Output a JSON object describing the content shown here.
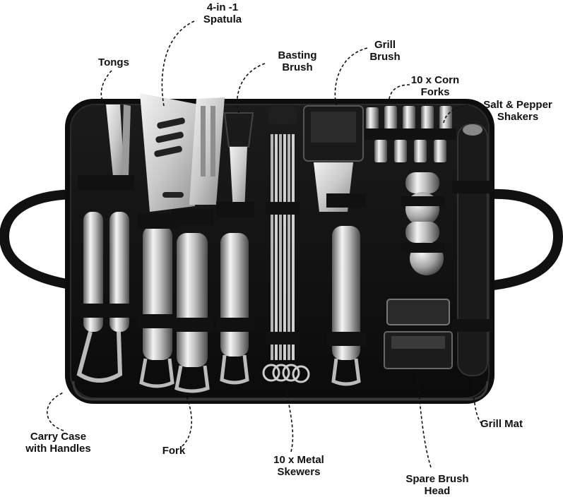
{
  "labels": {
    "tongs": {
      "lines": [
        "Tongs"
      ]
    },
    "spatula": {
      "lines": [
        "4-in -1",
        "Spatula"
      ]
    },
    "basting_brush": {
      "lines": [
        "Basting",
        "Brush"
      ]
    },
    "grill_brush": {
      "lines": [
        "Grill",
        "Brush"
      ]
    },
    "corn_forks": {
      "lines": [
        "10 x Corn",
        "Forks"
      ]
    },
    "salt_pepper": {
      "lines": [
        "Salt & Pepper",
        "Shakers"
      ]
    },
    "carry_case": {
      "lines": [
        "Carry Case",
        "with Handles"
      ]
    },
    "fork": {
      "lines": [
        "Fork"
      ]
    },
    "skewers": {
      "lines": [
        "10 x Metal",
        "Skewers"
      ]
    },
    "spare_brush_head": {
      "lines": [
        "Spare Brush",
        "Head"
      ]
    },
    "grill_mat": {
      "lines": [
        "Grill Mat"
      ]
    }
  },
  "colors": {
    "case": "#111111",
    "case_edge": "#2a2a2a",
    "steel_light": "#e8e8e8",
    "steel_dark": "#6f6f6f",
    "text": "#111111",
    "leader": "#111111"
  },
  "icons": [
    "tongs-icon",
    "spatula-icon",
    "fork-icon",
    "basting-brush-icon",
    "skewers-icon",
    "grill-brush-icon",
    "corn-forks-icon",
    "shakers-icon",
    "grill-mat-icon",
    "spare-brush-head-icon",
    "case-handle-icon"
  ]
}
